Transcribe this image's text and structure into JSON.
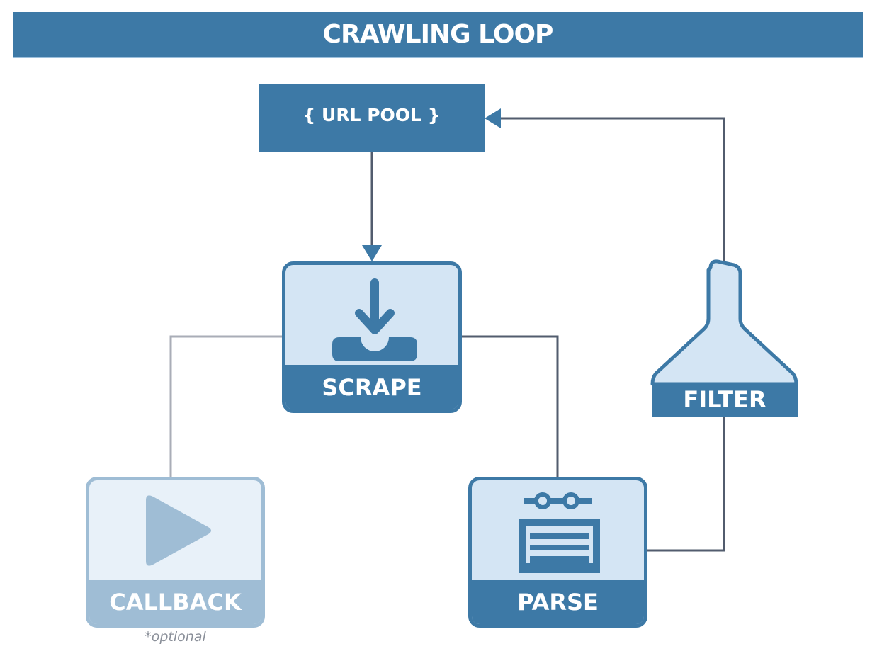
{
  "title": "CRAWLING LOOP",
  "nodes": {
    "url_pool": {
      "label": "{ URL POOL }"
    },
    "scrape": {
      "label": "SCRAPE",
      "icon": "download-tray-icon"
    },
    "parse": {
      "label": "PARSE",
      "icon": "parser-machine-icon"
    },
    "filter": {
      "label": "FILTER",
      "icon": "funnel-flask-icon"
    },
    "callback": {
      "label": "CALLBACK",
      "icon": "play-icon",
      "note": "*optional"
    }
  },
  "edges": [
    {
      "from": "url_pool",
      "to": "scrape",
      "arrow": true
    },
    {
      "from": "scrape",
      "to": "parse",
      "arrow": false
    },
    {
      "from": "scrape",
      "to": "callback",
      "arrow": false,
      "style": "muted"
    },
    {
      "from": "parse",
      "to": "filter",
      "arrow": false
    },
    {
      "from": "filter",
      "to": "url_pool",
      "arrow": true
    }
  ],
  "colors": {
    "primary": "#3d79a6",
    "light_fill": "#d4e5f4",
    "muted": "#9fbdd5",
    "muted_fill": "#e8f1f9",
    "connector": "#525c6e",
    "muted_connector": "#a9adb7",
    "note_text": "#8a8f99"
  }
}
